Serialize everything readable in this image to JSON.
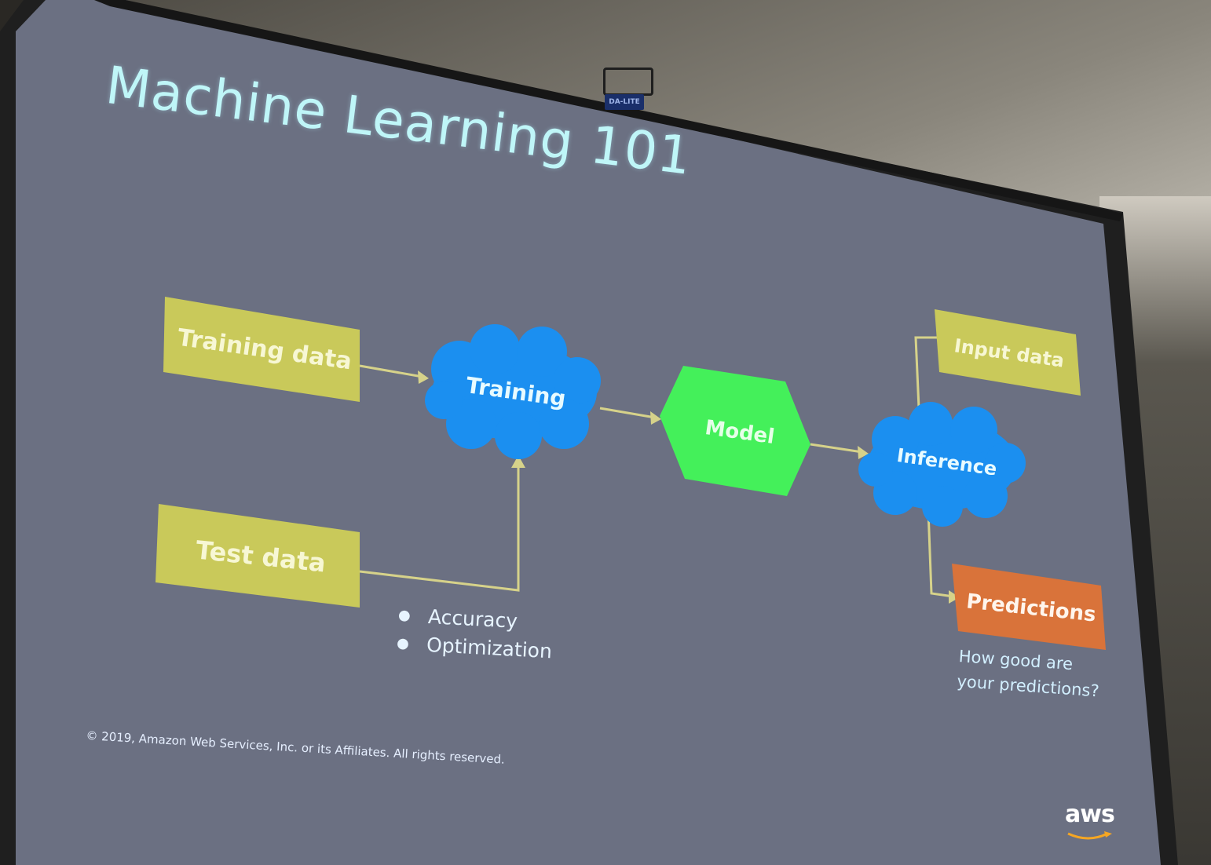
{
  "slide": {
    "title": "Machine Learning 101",
    "mount_label": "DA-LITE",
    "colors": {
      "background": "#6b7082",
      "data_box": "#c9c95a",
      "cloud": "#1b8ff0",
      "model": "#44f05a",
      "predictions": "#d9733a",
      "arrow": "#d6d28a",
      "title": "#bff6f8"
    }
  },
  "diagram": {
    "training_data": "Training data",
    "test_data": "Test data",
    "training": "Training",
    "model": "Model",
    "inference": "Inference",
    "input_data": "Input data",
    "predictions": "Predictions"
  },
  "bullets": [
    "Accuracy",
    "Optimization"
  ],
  "note": {
    "line1": "How good are",
    "line2": "your predictions?"
  },
  "footer": "© 2019, Amazon Web Services, Inc. or its Affiliates. All rights reserved.",
  "logo": {
    "text": "aws",
    "icon": "aws-smile-icon"
  }
}
